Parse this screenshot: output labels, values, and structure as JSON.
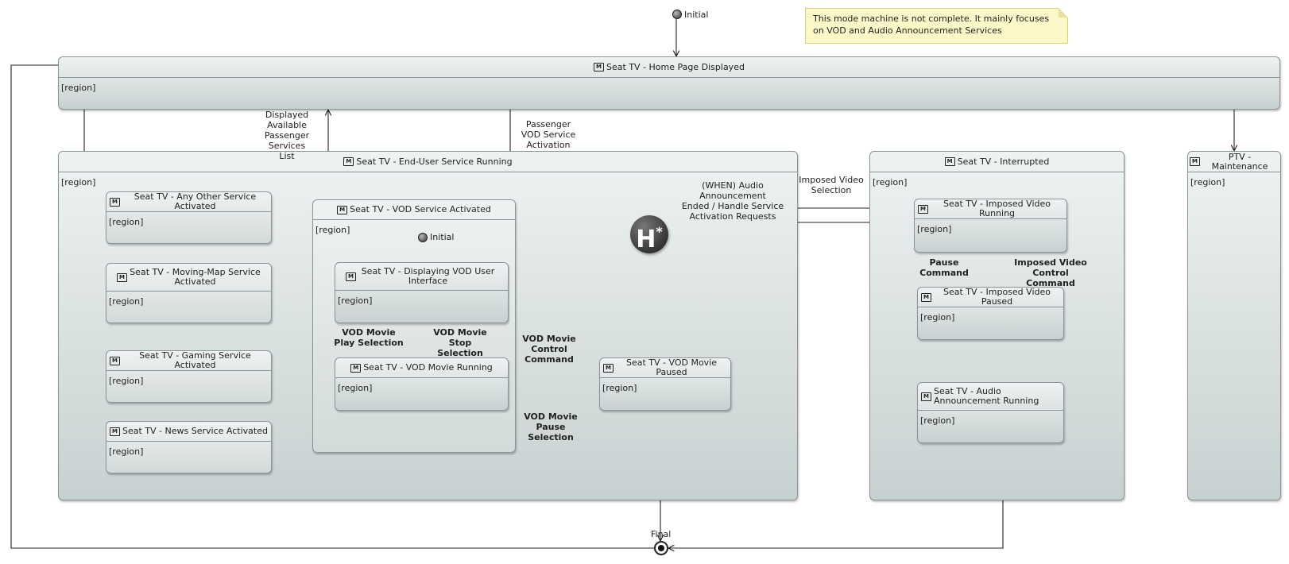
{
  "note": {
    "text": "This mode machine is not complete. It mainly focuses on VOD and Audio Announcement Services"
  },
  "pseudostates": {
    "top_initial": "Initial",
    "vod_initial": "Initial",
    "final": "Final",
    "history": "H",
    "history_mark": "*"
  },
  "region_label": "[region]",
  "states": {
    "home": "Seat TV - Home Page Displayed",
    "end_user": "Seat TV - End-User Service Running",
    "any_other": "Seat TV - Any Other Service Activated",
    "moving_map": "Seat TV - Moving-Map Service Activated",
    "gaming": "Seat TV - Gaming Service Activated",
    "news": "Seat TV - News Service Activated",
    "vod_service": "Seat TV - VOD Service Activated",
    "vod_ui": "Seat TV - Displaying VOD User Interface",
    "vod_running": "Seat TV - VOD Movie Running",
    "vod_paused": "Seat TV - VOD Movie Paused",
    "interrupted": "Seat TV - Interrupted",
    "imposed_running": "Seat TV - Imposed Video Running",
    "imposed_paused": "Seat TV - Imposed Video Paused",
    "audio_running": "Seat TV - Audio Announcement Running",
    "maintenance": "PTV - Maintenance"
  },
  "transitions": {
    "displayed_list": "Displayed\nAvailable\nPassenger Services\nList",
    "passenger_vod": "Passenger\nVOD Service\nActivation",
    "audio_ended": "(WHEN) Audio Announcement\nEnded / Handle Service\nActivation Requests",
    "imposed_selection": "Imposed Video\nSelection",
    "play_selection": "VOD Movie\nPlay Selection",
    "stop_selection": "VOD Movie\nStop Selection",
    "control_command": "VOD Movie\nControl\nCommand",
    "pause_selection": "VOD Movie\nPause Selection",
    "pause_command": "Pause\nCommand",
    "imposed_control": "Imposed Video\nControl Command"
  },
  "icons": {
    "mode_icon": "M"
  }
}
